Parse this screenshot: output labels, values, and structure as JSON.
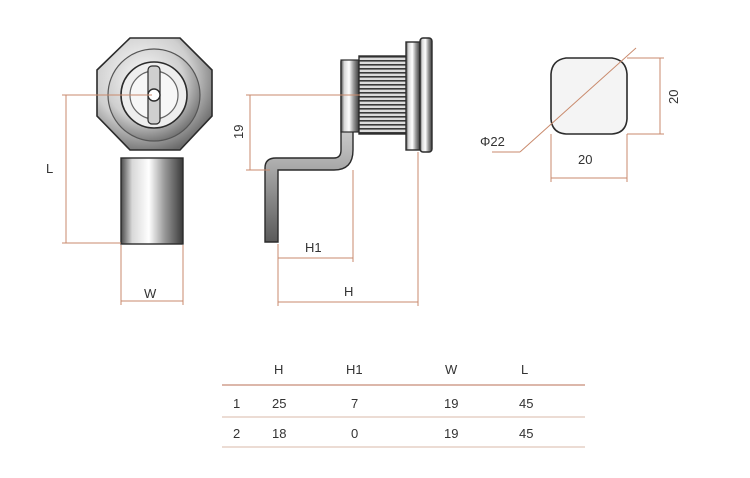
{
  "drawing": {
    "front_labels": {
      "length": "L",
      "width": "W"
    },
    "side_labels": {
      "height": "H",
      "height_offset": "H1",
      "arm_dim": "19"
    },
    "nut_labels": {
      "diameter": "Φ22",
      "width": "20",
      "height": "20"
    }
  },
  "spec_table": {
    "headers": [
      "H",
      "H1",
      "W",
      "L"
    ],
    "rows": [
      {
        "index": "1",
        "values": [
          "25",
          "7",
          "19",
          "45"
        ]
      },
      {
        "index": "2",
        "values": [
          "18",
          "0",
          "19",
          "45"
        ]
      }
    ]
  },
  "colors": {
    "dimension_line": "#c98a6c",
    "table_rule": "#b96f55",
    "outline": "#2b2b2b"
  }
}
